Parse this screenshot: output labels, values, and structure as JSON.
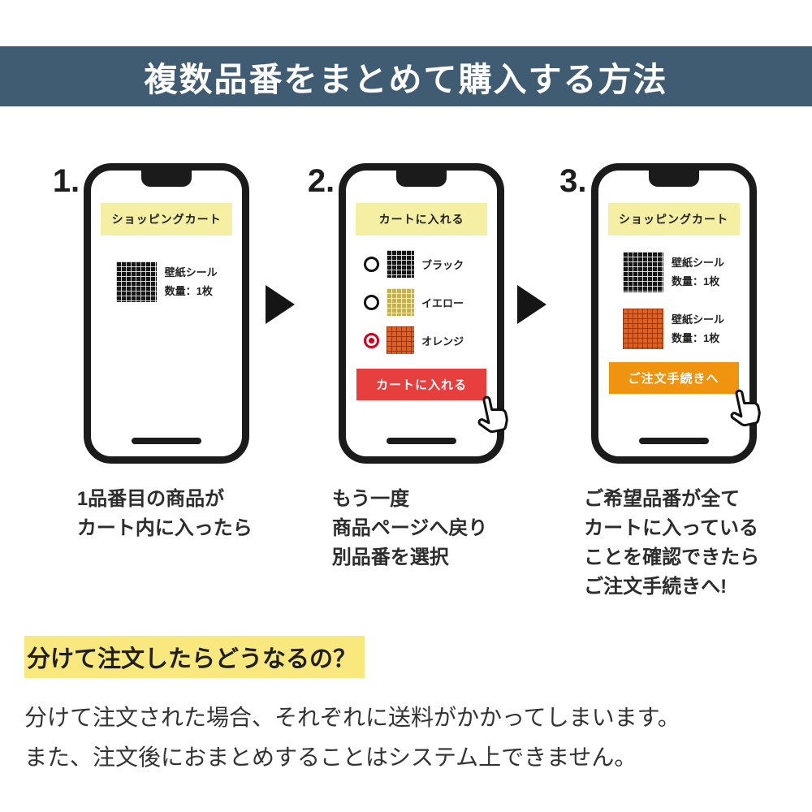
{
  "banner": {
    "title": "複数品番をまとめて購入する方法"
  },
  "colors": {
    "banner_bg": "#3f5c73",
    "phone_header_bg": "#f5efa3",
    "red_button": "#e73e3e",
    "orange_button": "#f0930f",
    "selected_radio": "#d0021b",
    "highlight": "#f8e87d"
  },
  "steps": [
    {
      "number": "1.",
      "phone_header": "ショッピングカート",
      "items": [
        {
          "swatch": "black-grid-swatch",
          "name": "壁紙シール",
          "qty": "数量：1枚"
        }
      ],
      "caption": [
        "1品番目の商品が",
        "カート内に入ったら"
      ]
    },
    {
      "number": "2.",
      "phone_header": "カートに入れる",
      "options": [
        {
          "swatch": "black-grid-swatch",
          "label": "ブラック",
          "selected": false
        },
        {
          "swatch": "yellow-grid-swatch",
          "label": "イエロー",
          "selected": false
        },
        {
          "swatch": "orange-grid-swatch",
          "label": "オレンジ",
          "selected": true
        }
      ],
      "button": "カートに入れる",
      "caption": [
        "もう一度",
        "商品ページへ戻り",
        "別品番を選択"
      ]
    },
    {
      "number": "3.",
      "phone_header": "ショッピングカート",
      "items": [
        {
          "swatch": "black-grid-swatch",
          "name": "壁紙シール",
          "qty": "数量：1枚"
        },
        {
          "swatch": "orange-grid-swatch",
          "name": "壁紙シール",
          "qty": "数量：1枚"
        }
      ],
      "button": "ご注文手続きへ",
      "caption": [
        "ご希望品番が全て",
        "カートに入っている",
        "ことを確認できたら",
        "ご注文手続きへ!"
      ]
    }
  ],
  "faq": {
    "heading": "分けて注文したらどうなるの？",
    "body": [
      "分けて注文された場合、それぞれに送料がかかってしまいます。",
      "また、注文後におまとめすることはシステム上できません。"
    ]
  }
}
